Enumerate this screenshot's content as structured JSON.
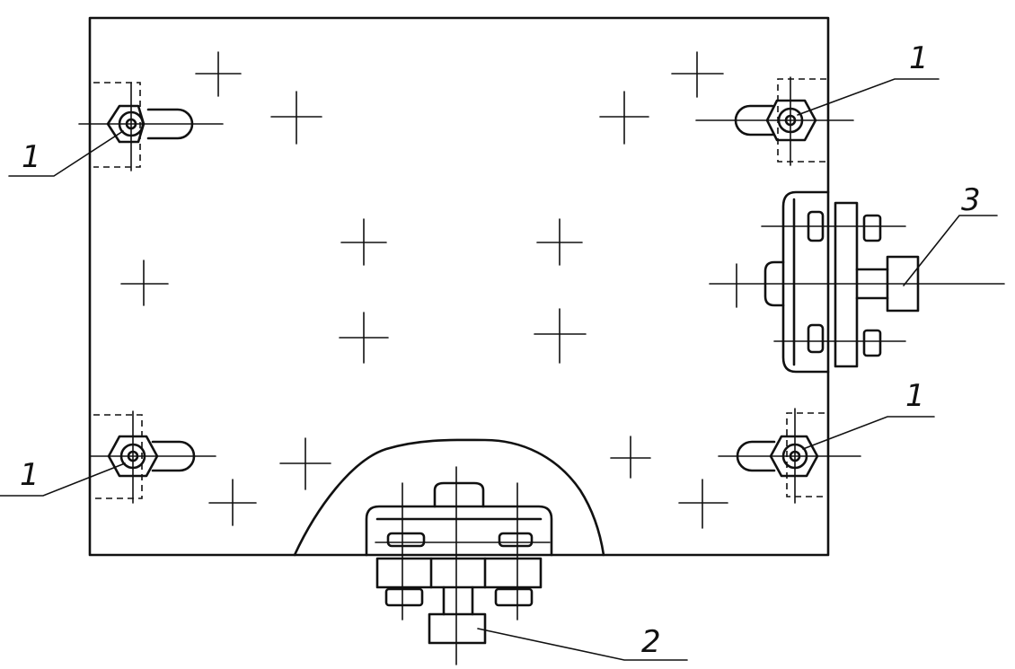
{
  "callouts": {
    "top_left": "1",
    "top_right": "1",
    "bottom_left": "1",
    "bottom_right": "1",
    "bottom_clamp": "2",
    "side_clamp": "3"
  },
  "colors": {
    "ink": "#111111",
    "paper": "#ffffff"
  }
}
